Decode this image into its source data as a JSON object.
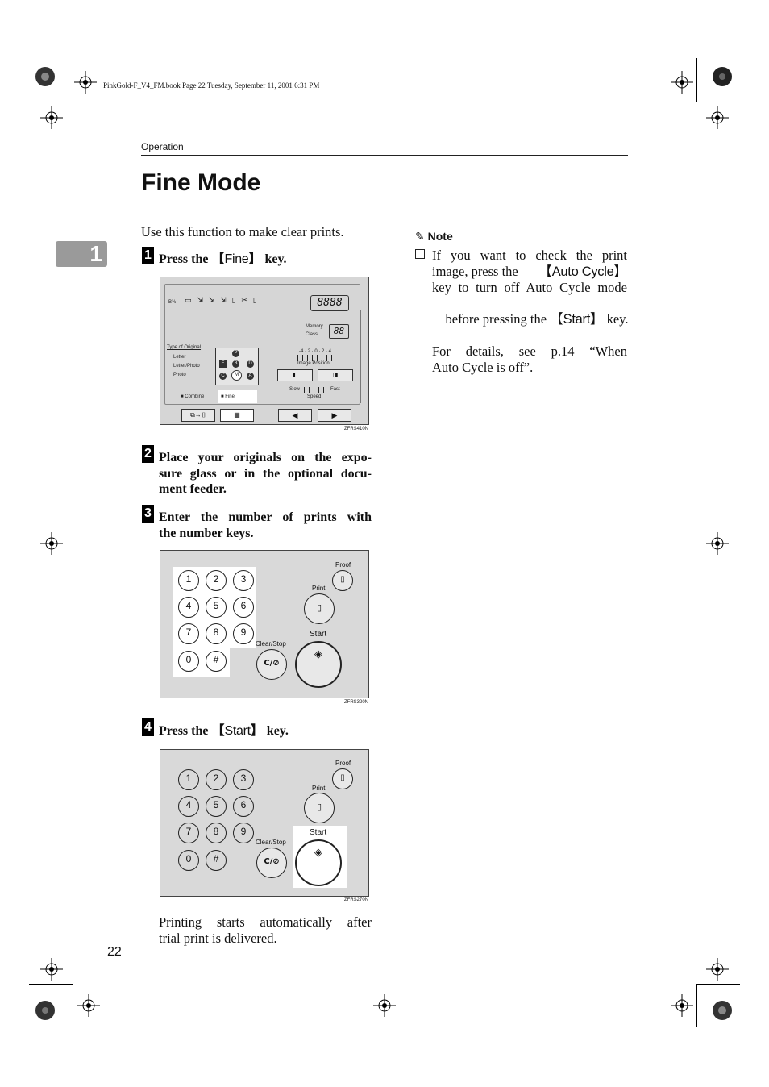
{
  "file_info": "PinkGold-F_V4_FM.book  Page 22  Tuesday, September 11, 2001  6:31 PM",
  "running_header": "Operation",
  "chapter_tab": "1",
  "title": "Fine Mode",
  "intro": "Use this function to make clear prints.",
  "steps": [
    {
      "num": "1",
      "pre": "Press the ",
      "key": "Fine",
      "post": " key."
    },
    {
      "num": "2",
      "line1": "Place your originals on the expo-",
      "line2": "sure glass or in the optional docu-",
      "line3": "ment feeder."
    },
    {
      "num": "3",
      "line1": "Enter the number of prints with",
      "line2": "the number keys."
    },
    {
      "num": "4",
      "pre": "Press the ",
      "key": "Start",
      "post": " key."
    }
  ],
  "after_step4": {
    "line1": "Printing starts automatically after",
    "line2": "trial print is delivered."
  },
  "note": {
    "heading": "Note",
    "lines": [
      "If you want to check the print",
      "image, press the ",
      "key to turn off Auto Cycle mode",
      "before pressing the ",
      "For details, see p.14 “When",
      "Auto Cycle is off”."
    ],
    "key_auto_cycle": "Auto Cycle",
    "key_start": "Start",
    "key_suffix": " key."
  },
  "figure1": {
    "id": "ZFRS410N",
    "counter": "8888",
    "memory_label": "Memory",
    "class_label": "Class",
    "class_digits": "88",
    "type_heading": "Type of Original",
    "types": [
      "Letter",
      "Letter/Photo",
      "Photo"
    ],
    "mode_letters": [
      "P",
      "E",
      "B",
      "D",
      "C",
      "M",
      "A"
    ],
    "image_position": "Image Position",
    "scale": "-4 · 2 · 0 · 2 · 4",
    "slow": "Slow",
    "fast": "Fast",
    "speed": "Speed",
    "combine": "Combine",
    "fine": "Fine",
    "ratio": "B⅓"
  },
  "figure2": {
    "id": "ZFRS320N",
    "keys": [
      "1",
      "2",
      "3",
      "4",
      "5",
      "6",
      "7",
      "8",
      "9",
      "0",
      "#"
    ],
    "proof": "Proof",
    "print": "Print",
    "start": "Start",
    "clear_stop": "Clear/Stop",
    "clear_key": "C/⊘"
  },
  "figure3": {
    "id": "ZFRS270N",
    "keys": [
      "1",
      "2",
      "3",
      "4",
      "5",
      "6",
      "7",
      "8",
      "9",
      "0",
      "#"
    ],
    "proof": "Proof",
    "print": "Print",
    "start": "Start",
    "clear_stop": "Clear/Stop",
    "clear_key": "C/⊘"
  },
  "page_number": "22"
}
